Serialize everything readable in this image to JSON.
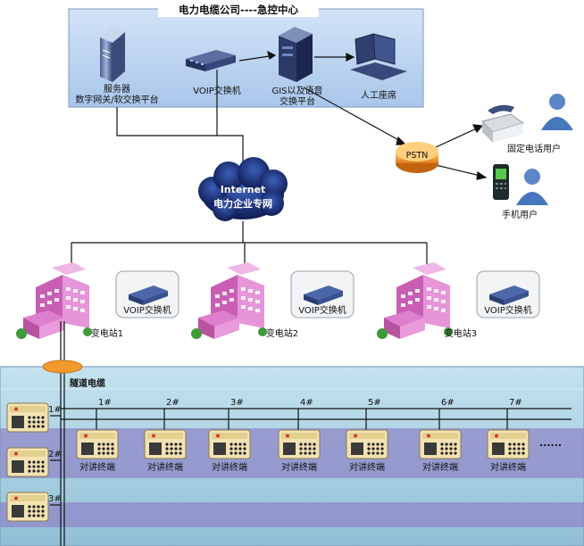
{
  "center": {
    "title": "电力电缆公司----急控中心",
    "server_label_1": "服务器",
    "server_label_2": "数字网关/软交换平台",
    "voip_label": "VOIP交换机",
    "gis_label_1": "GIS以及语音",
    "gis_label_2": "交换平台",
    "operator_label": "人工座席"
  },
  "pstn": {
    "label": "PSTN",
    "fixed_user_label": "固定电话用户",
    "mobile_user_label": "手机用户"
  },
  "cloud": {
    "line1": "Internet",
    "line2": "电力企业专网"
  },
  "substations": [
    {
      "name": "变电站1",
      "switch_label": "VOIP交换机"
    },
    {
      "name": "变电站2",
      "switch_label": "VOIP交换机"
    },
    {
      "name": "变电站3",
      "switch_label": "VOIP交换机"
    }
  ],
  "tunnel": {
    "label": "隧道电缆",
    "side_terminals": [
      "1#",
      "2#",
      "3#"
    ],
    "bus_terminals": [
      {
        "num": "1#",
        "label": "对讲终端"
      },
      {
        "num": "2#",
        "label": "对讲终端"
      },
      {
        "num": "3#",
        "label": "对讲终端"
      },
      {
        "num": "4#",
        "label": "对讲终端"
      },
      {
        "num": "5#",
        "label": "对讲终端"
      },
      {
        "num": "6#",
        "label": "对讲终端"
      },
      {
        "num": "7#",
        "label": "对讲终端"
      }
    ],
    "ellipsis": "......"
  },
  "colors": {
    "center_bg": "#bcd3ee",
    "tunnel_bg": "#aecfe0",
    "tunnel_band": "#8f88c8",
    "building": "#e38ad0",
    "pstn": "#f3a23c",
    "cloud": "#1c2f78"
  }
}
